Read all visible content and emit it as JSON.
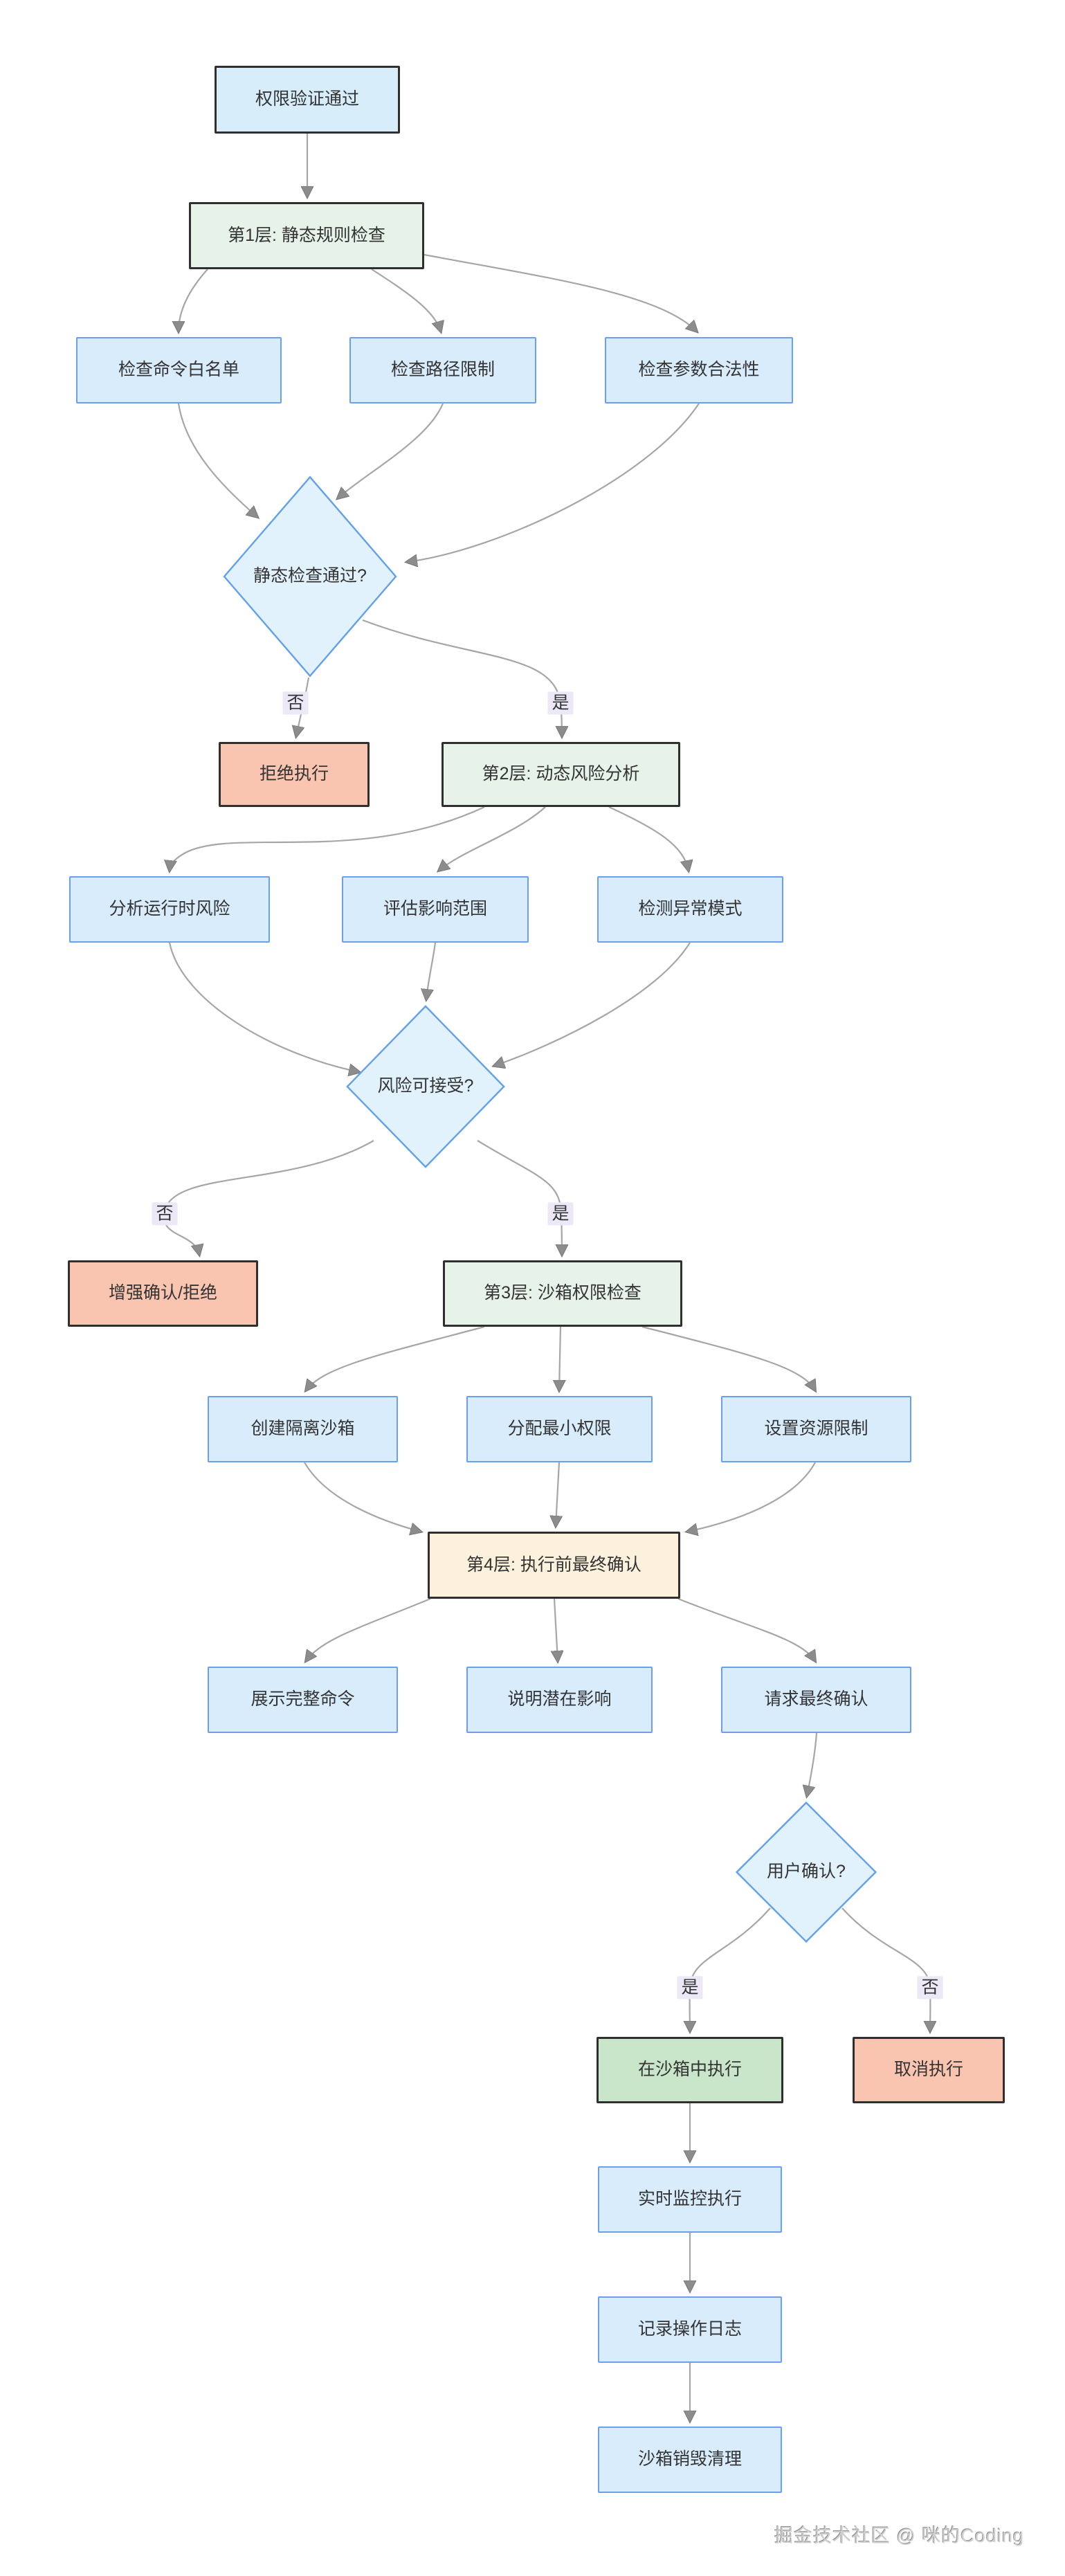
{
  "diagram": {
    "watermark": "掘金技术社区 @ 咪的Coding",
    "nodes": [
      {
        "id": "start",
        "label": "权限验证通过",
        "type": "start"
      },
      {
        "id": "layer1",
        "label": "第1层: 静态规则检查",
        "type": "layer"
      },
      {
        "id": "check-whitelist",
        "label": "检查命令白名单",
        "type": "process"
      },
      {
        "id": "check-path",
        "label": "检查路径限制",
        "type": "process"
      },
      {
        "id": "check-params",
        "label": "检查参数合法性",
        "type": "process"
      },
      {
        "id": "static-pass",
        "label": "静态检查通过?",
        "type": "decision"
      },
      {
        "id": "reject",
        "label": "拒绝执行",
        "type": "reject"
      },
      {
        "id": "layer2",
        "label": "第2层: 动态风险分析",
        "type": "layer"
      },
      {
        "id": "analyze-runtime",
        "label": "分析运行时风险",
        "type": "process"
      },
      {
        "id": "assess-impact",
        "label": "评估影响范围",
        "type": "process"
      },
      {
        "id": "detect-anomaly",
        "label": "检测异常模式",
        "type": "process"
      },
      {
        "id": "risk-acceptable",
        "label": "风险可接受?",
        "type": "decision"
      },
      {
        "id": "enhanced-confirm",
        "label": "增强确认/拒绝",
        "type": "reject"
      },
      {
        "id": "layer3",
        "label": "第3层: 沙箱权限检查",
        "type": "layer"
      },
      {
        "id": "create-sandbox",
        "label": "创建隔离沙箱",
        "type": "process"
      },
      {
        "id": "assign-minperm",
        "label": "分配最小权限",
        "type": "process"
      },
      {
        "id": "set-limits",
        "label": "设置资源限制",
        "type": "process"
      },
      {
        "id": "layer4",
        "label": "第4层: 执行前最终确认",
        "type": "layer-final"
      },
      {
        "id": "show-command",
        "label": "展示完整命令",
        "type": "process"
      },
      {
        "id": "explain-impact",
        "label": "说明潜在影响",
        "type": "process"
      },
      {
        "id": "request-confirm",
        "label": "请求最终确认",
        "type": "process"
      },
      {
        "id": "user-confirm",
        "label": "用户确认?",
        "type": "decision"
      },
      {
        "id": "exec-sandbox",
        "label": "在沙箱中执行",
        "type": "execute"
      },
      {
        "id": "cancel-exec",
        "label": "取消执行",
        "type": "reject"
      },
      {
        "id": "monitor",
        "label": "实时监控执行",
        "type": "process"
      },
      {
        "id": "log",
        "label": "记录操作日志",
        "type": "process"
      },
      {
        "id": "cleanup",
        "label": "沙箱销毁清理",
        "type": "process"
      }
    ],
    "edges": [
      {
        "from": "start",
        "to": "layer1",
        "label": ""
      },
      {
        "from": "layer1",
        "to": "check-whitelist",
        "label": ""
      },
      {
        "from": "layer1",
        "to": "check-path",
        "label": ""
      },
      {
        "from": "layer1",
        "to": "check-params",
        "label": ""
      },
      {
        "from": "check-whitelist",
        "to": "static-pass",
        "label": ""
      },
      {
        "from": "check-path",
        "to": "static-pass",
        "label": ""
      },
      {
        "from": "check-params",
        "to": "static-pass",
        "label": ""
      },
      {
        "from": "static-pass",
        "to": "reject",
        "label": "否"
      },
      {
        "from": "static-pass",
        "to": "layer2",
        "label": "是"
      },
      {
        "from": "layer2",
        "to": "analyze-runtime",
        "label": ""
      },
      {
        "from": "layer2",
        "to": "assess-impact",
        "label": ""
      },
      {
        "from": "layer2",
        "to": "detect-anomaly",
        "label": ""
      },
      {
        "from": "analyze-runtime",
        "to": "risk-acceptable",
        "label": ""
      },
      {
        "from": "assess-impact",
        "to": "risk-acceptable",
        "label": ""
      },
      {
        "from": "detect-anomaly",
        "to": "risk-acceptable",
        "label": ""
      },
      {
        "from": "risk-acceptable",
        "to": "enhanced-confirm",
        "label": "否"
      },
      {
        "from": "risk-acceptable",
        "to": "layer3",
        "label": "是"
      },
      {
        "from": "layer3",
        "to": "create-sandbox",
        "label": ""
      },
      {
        "from": "layer3",
        "to": "assign-minperm",
        "label": ""
      },
      {
        "from": "layer3",
        "to": "set-limits",
        "label": ""
      },
      {
        "from": "create-sandbox",
        "to": "layer4",
        "label": ""
      },
      {
        "from": "assign-minperm",
        "to": "layer4",
        "label": ""
      },
      {
        "from": "set-limits",
        "to": "layer4",
        "label": ""
      },
      {
        "from": "layer4",
        "to": "show-command",
        "label": ""
      },
      {
        "from": "layer4",
        "to": "explain-impact",
        "label": ""
      },
      {
        "from": "layer4",
        "to": "request-confirm",
        "label": ""
      },
      {
        "from": "request-confirm",
        "to": "user-confirm",
        "label": ""
      },
      {
        "from": "user-confirm",
        "to": "exec-sandbox",
        "label": "是"
      },
      {
        "from": "user-confirm",
        "to": "cancel-exec",
        "label": "否"
      },
      {
        "from": "exec-sandbox",
        "to": "monitor",
        "label": ""
      },
      {
        "from": "monitor",
        "to": "log",
        "label": ""
      },
      {
        "from": "log",
        "to": "cleanup",
        "label": ""
      }
    ],
    "colors": {
      "start_fill": "#d7eefa",
      "layer_fill": "#e7f2e9",
      "layer_final_fill": "#fbf1dc",
      "process_fill": "#d9ecfc",
      "process_border": "#6d9eea",
      "decision_fill": "#e2f2fd",
      "decision_border": "#63a0ea",
      "reject_fill": "#f9c4b0",
      "execute_fill": "#c9e5ca",
      "dark_border": "#2f2f2f",
      "edge_stroke": "#a6a6a6",
      "arrow_fill": "#8c8c8c",
      "edge_label_bg": "#ece8f7",
      "text": "#333333"
    }
  }
}
